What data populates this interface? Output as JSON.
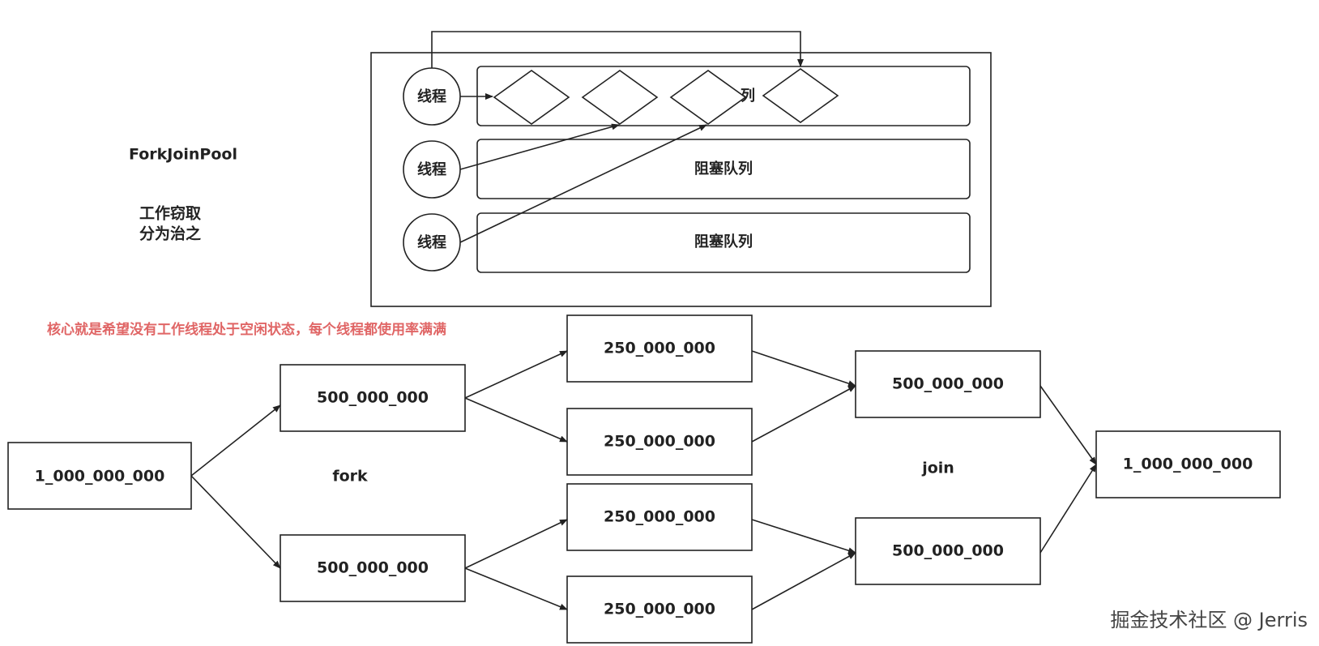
{
  "labels": {
    "pool_name": "ForkJoinPool",
    "concept_line1": "工作窃取",
    "concept_line2": "分为治之",
    "thread": "线程",
    "queue": "阻塞队列",
    "queue_partial": "列",
    "note": "核心就是希望没有工作线程处于空闲状态，每个线程都使用率满满",
    "fork": "fork",
    "join": "join",
    "watermark": "掘金技术社区 @ Jerris"
  },
  "tasks": {
    "root": "1_000_000_000",
    "half_top": "500_000_000",
    "half_bottom": "500_000_000",
    "q1": "250_000_000",
    "q2": "250_000_000",
    "q3": "250_000_000",
    "q4": "250_000_000",
    "join_top": "500_000_000",
    "join_bottom": "500_000_000",
    "result": "1_000_000_000"
  },
  "colors": {
    "note": "#e06666",
    "stroke": "#222222"
  }
}
